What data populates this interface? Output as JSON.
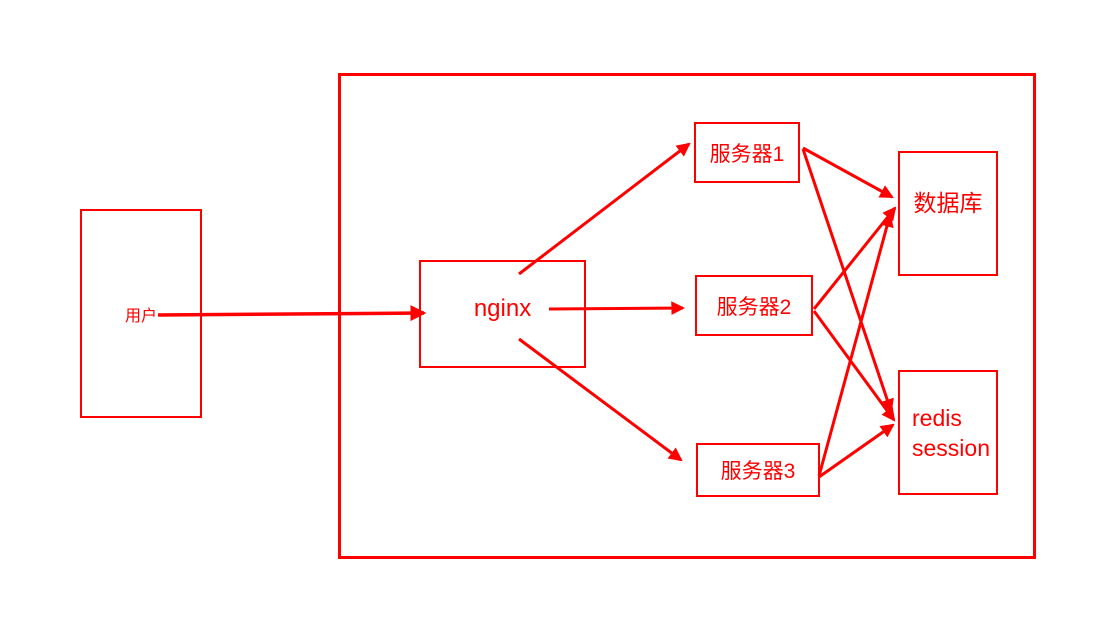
{
  "diagram": {
    "background": "#FFFFFF",
    "accent_color": "#FF0000",
    "nodes": {
      "user": {
        "label": "用户"
      },
      "nginx": {
        "label": "nginx"
      },
      "server1": {
        "label": "服务器1"
      },
      "server2": {
        "label": "服务器2"
      },
      "server3": {
        "label": "服务器3"
      },
      "database": {
        "label": "数据库"
      },
      "redis": {
        "label": "redis\nsession"
      }
    },
    "edges": [
      {
        "from": "用户",
        "to": "nginx"
      },
      {
        "from": "nginx",
        "to": "服务器1"
      },
      {
        "from": "nginx",
        "to": "服务器2"
      },
      {
        "from": "nginx",
        "to": "服务器3"
      },
      {
        "from": "服务器1",
        "to": "数据库"
      },
      {
        "from": "服务器1",
        "to": "redis session"
      },
      {
        "from": "服务器2",
        "to": "数据库"
      },
      {
        "from": "服务器2",
        "to": "redis session"
      },
      {
        "from": "服务器3",
        "to": "数据库"
      },
      {
        "from": "服务器3",
        "to": "redis session"
      }
    ]
  }
}
